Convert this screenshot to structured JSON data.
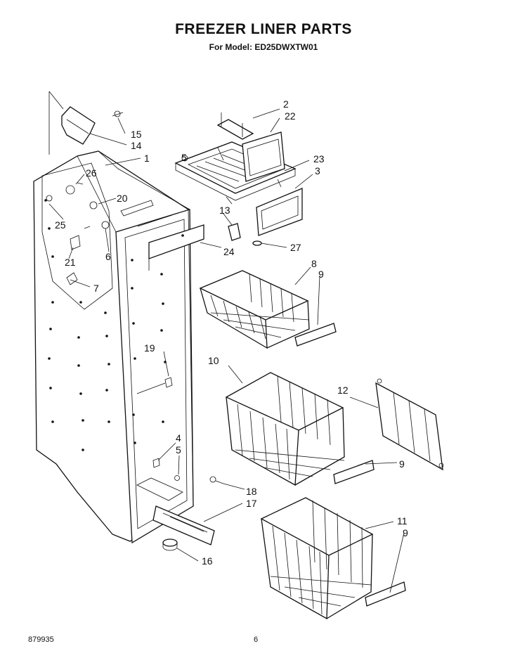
{
  "header": {
    "title": "FREEZER LINER PARTS",
    "subtitle": "For Model: ED25DWXTW01"
  },
  "footer": {
    "doc_number": "879935",
    "page_number": "6"
  },
  "callouts": {
    "c1": "1",
    "c2": "2",
    "c3": "3",
    "c4": "4",
    "c5a": "5",
    "c5b": "5",
    "c6": "6",
    "c7": "7",
    "c8": "8",
    "c9a": "9",
    "c9b": "9",
    "c9c": "9",
    "c10": "10",
    "c11": "11",
    "c12": "12",
    "c13": "13",
    "c14": "14",
    "c15": "15",
    "c16": "16",
    "c17": "17",
    "c18": "18",
    "c19": "19",
    "c20": "20",
    "c21": "21",
    "c22": "22",
    "c23": "23",
    "c24": "24",
    "c25": "25",
    "c26": "26",
    "c27": "27"
  }
}
